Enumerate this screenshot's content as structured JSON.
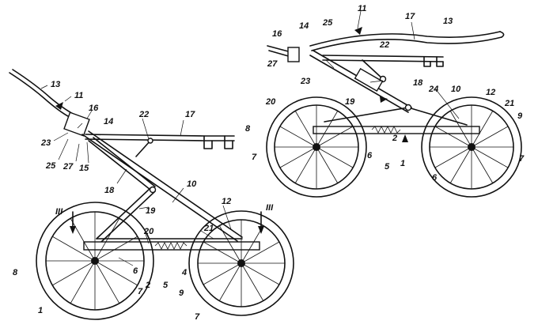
{
  "figure": {
    "lower_view": {
      "labels": [
        "13",
        "11",
        "16",
        "14",
        "22",
        "17",
        "23",
        "25",
        "27",
        "15",
        "18",
        "10",
        "19",
        "12",
        "III",
        "III",
        "20",
        "21",
        "8",
        "6",
        "2",
        "5",
        "4",
        "9",
        "7",
        "1",
        "7"
      ]
    },
    "upper_view": {
      "labels": [
        "11",
        "17",
        "13",
        "16",
        "14",
        "25",
        "22",
        "27",
        "23",
        "18",
        "24",
        "10",
        "12",
        "20",
        "19",
        "21",
        "9",
        "8",
        "7",
        "6",
        "2",
        "5",
        "1",
        "6",
        "7"
      ]
    }
  }
}
